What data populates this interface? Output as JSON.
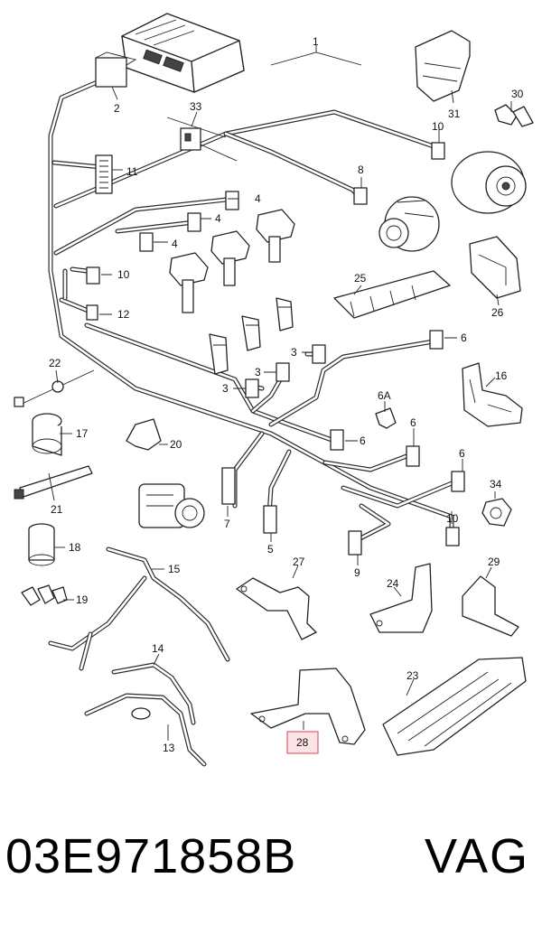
{
  "diagram": {
    "highlight_color": "#e06070",
    "callouts": [
      "1",
      "2",
      "33",
      "11",
      "4",
      "4",
      "4",
      "8",
      "10",
      "10",
      "31",
      "30",
      "12",
      "25",
      "26",
      "22",
      "3",
      "3",
      "3",
      "6",
      "6",
      "6",
      "6",
      "16",
      "6A",
      "17",
      "20",
      "7",
      "5",
      "9",
      "10",
      "34",
      "21",
      "18",
      "15",
      "27",
      "24",
      "29",
      "19",
      "14",
      "23",
      "13",
      "28"
    ],
    "components": [
      {
        "name": "engine-control-unit-icon"
      },
      {
        "name": "relay-bracket-icon"
      },
      {
        "name": "ignition-coil-icon"
      },
      {
        "name": "fuel-injector-icon"
      },
      {
        "name": "alternator-icon"
      },
      {
        "name": "ac-compressor-icon"
      },
      {
        "name": "throttle-body-icon"
      },
      {
        "name": "bracket-icon"
      },
      {
        "name": "cable-tie-icon"
      },
      {
        "name": "grommet-icon"
      },
      {
        "name": "connector-icon"
      },
      {
        "name": "wire-harness-icon"
      }
    ]
  },
  "caption": {
    "part_number": "03E971858B",
    "brand": "VAG"
  }
}
